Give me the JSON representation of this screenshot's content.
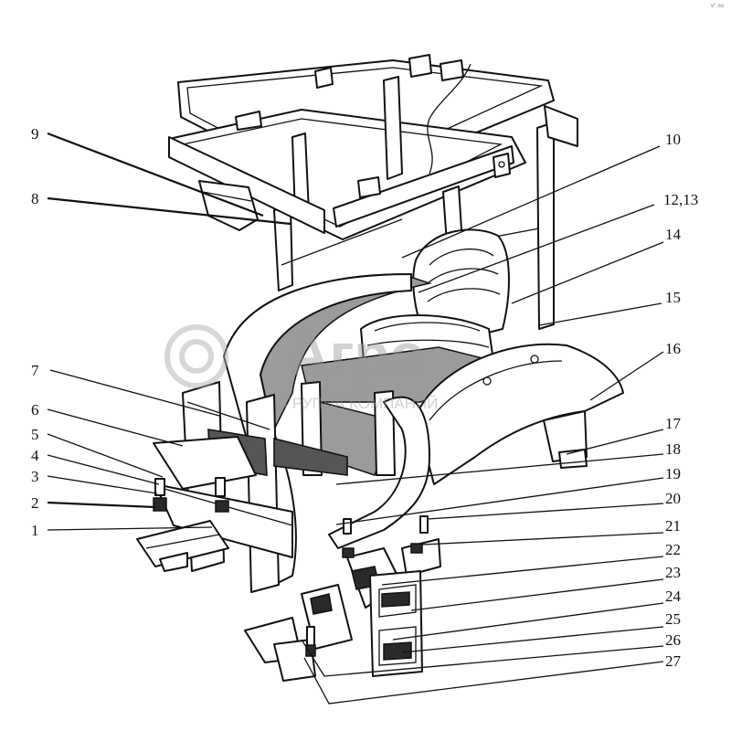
{
  "watermark": {
    "brand": "Агро",
    "subtitle": "ГРУППА КОМПАНИЙ"
  },
  "corner_text": "v° ло",
  "callouts": [
    {
      "id": "1",
      "label": "1"
    },
    {
      "id": "2",
      "label": "2"
    },
    {
      "id": "3",
      "label": "3"
    },
    {
      "id": "4",
      "label": "4"
    },
    {
      "id": "5",
      "label": "5"
    },
    {
      "id": "6",
      "label": "6"
    },
    {
      "id": "7",
      "label": "7"
    },
    {
      "id": "8",
      "label": "8"
    },
    {
      "id": "9",
      "label": "9"
    },
    {
      "id": "10",
      "label": "10"
    },
    {
      "id": "12_13",
      "label": "12,13"
    },
    {
      "id": "14",
      "label": "14"
    },
    {
      "id": "15",
      "label": "15"
    },
    {
      "id": "16",
      "label": "16"
    },
    {
      "id": "17",
      "label": "17"
    },
    {
      "id": "18",
      "label": "18"
    },
    {
      "id": "19",
      "label": "19"
    },
    {
      "id": "20",
      "label": "20"
    },
    {
      "id": "21",
      "label": "21"
    },
    {
      "id": "22",
      "label": "22"
    },
    {
      "id": "23",
      "label": "23"
    },
    {
      "id": "24",
      "label": "24"
    },
    {
      "id": "25",
      "label": "25"
    },
    {
      "id": "26",
      "label": "26"
    },
    {
      "id": "27",
      "label": "27"
    }
  ]
}
